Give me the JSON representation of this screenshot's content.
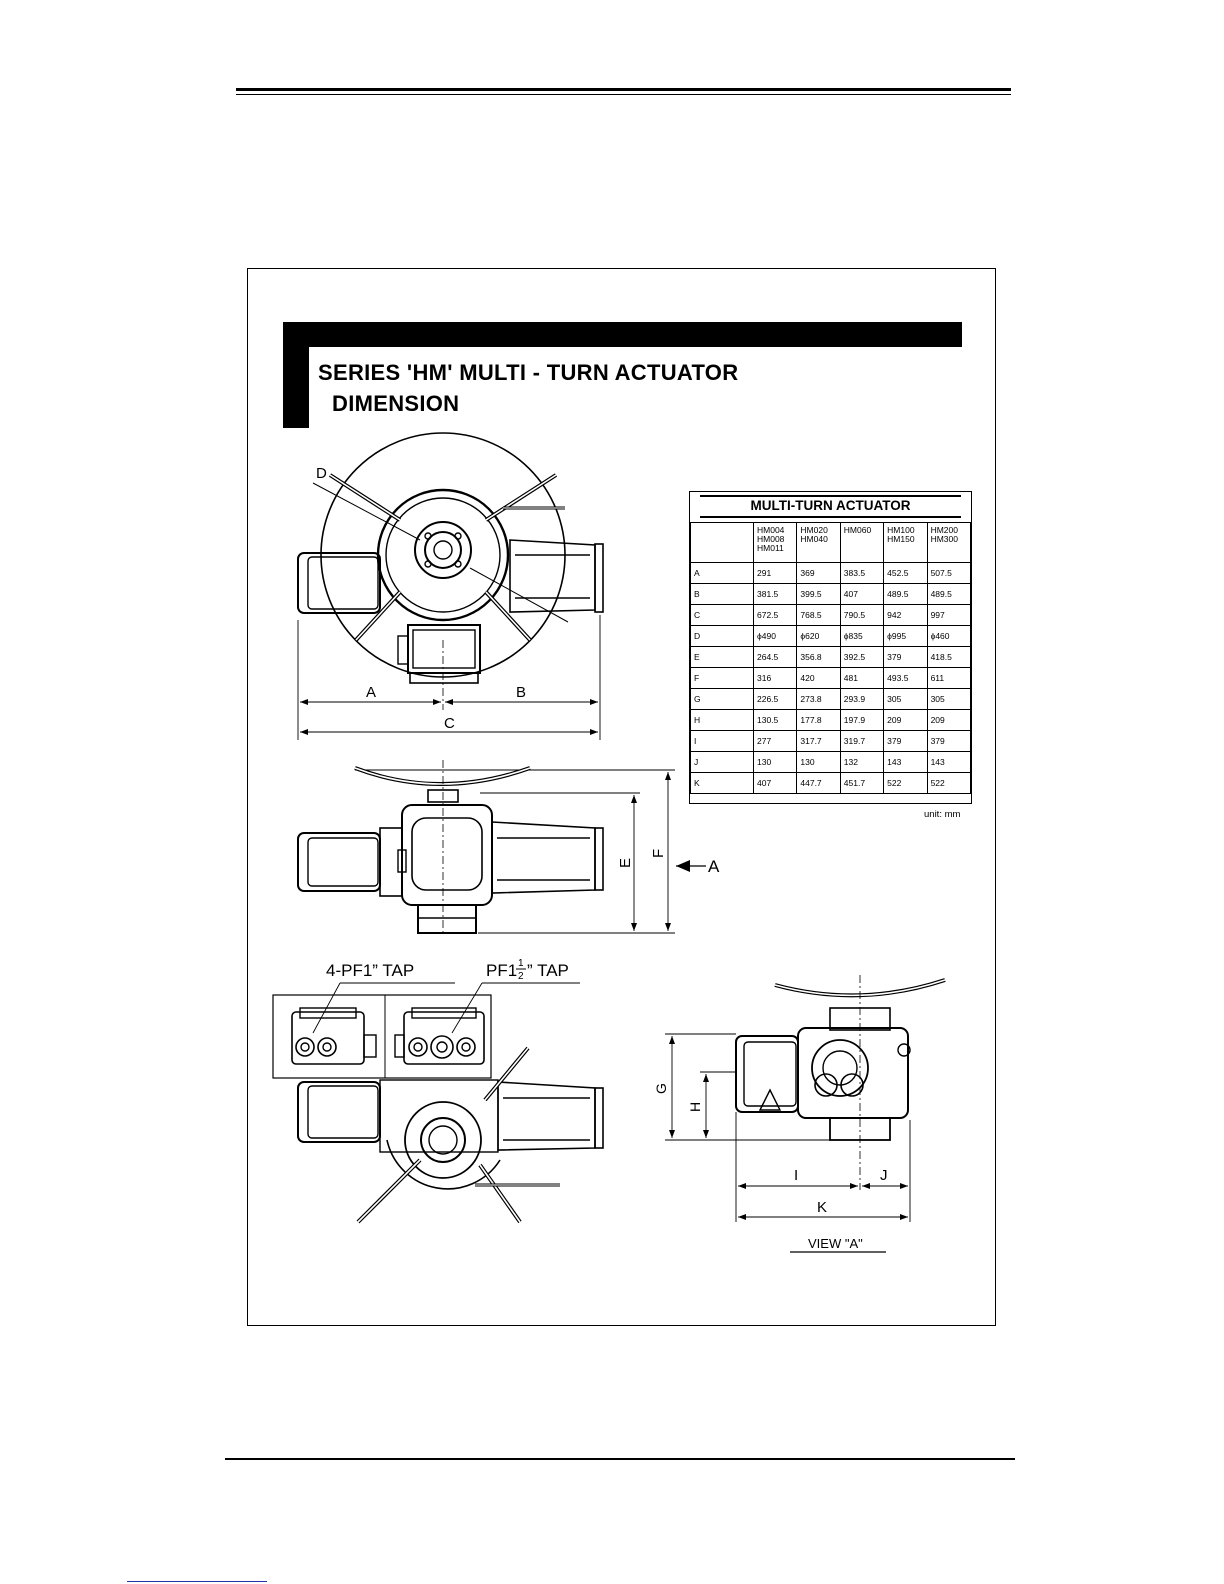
{
  "header": {
    "title_line1": "SERIES 'HM'  MULTI - TURN ACTUATOR",
    "title_line2": "DIMENSION"
  },
  "table": {
    "title": "MULTI-TURN ACTUATOR",
    "columns": [
      [
        "HM004",
        "HM008",
        "HM011"
      ],
      [
        "HM020",
        "HM040"
      ],
      [
        "HM060"
      ],
      [
        "HM100",
        "HM150"
      ],
      [
        "HM200",
        "HM300"
      ]
    ],
    "rows": [
      {
        "label": "A",
        "values": [
          "291",
          "369",
          "383.5",
          "452.5",
          "507.5"
        ]
      },
      {
        "label": "B",
        "values": [
          "381.5",
          "399.5",
          "407",
          "489.5",
          "489.5"
        ]
      },
      {
        "label": "C",
        "values": [
          "672.5",
          "768.5",
          "790.5",
          "942",
          "997"
        ]
      },
      {
        "label": "D",
        "values": [
          "ϕ490",
          "ϕ620",
          "ϕ835",
          "ϕ995",
          "ϕ460"
        ]
      },
      {
        "label": "E",
        "values": [
          "264.5",
          "356.8",
          "392.5",
          "379",
          "418.5"
        ]
      },
      {
        "label": "F",
        "values": [
          "316",
          "420",
          "481",
          "493.5",
          "611"
        ]
      },
      {
        "label": "G",
        "values": [
          "226.5",
          "273.8",
          "293.9",
          "305",
          "305"
        ]
      },
      {
        "label": "H",
        "values": [
          "130.5",
          "177.8",
          "197.9",
          "209",
          "209"
        ]
      },
      {
        "label": "I",
        "values": [
          "277",
          "317.7",
          "319.7",
          "379",
          "379"
        ]
      },
      {
        "label": "J",
        "values": [
          "130",
          "130",
          "132",
          "143",
          "143"
        ]
      },
      {
        "label": "K",
        "values": [
          "407",
          "447.7",
          "451.7",
          "522",
          "522"
        ]
      }
    ],
    "unit": "unit: mm"
  },
  "drawing": {
    "labels": {
      "A": "A",
      "B": "B",
      "C": "C",
      "D": "D",
      "E": "E",
      "F": "F",
      "G": "G",
      "H": "H",
      "I": "I",
      "J": "J",
      "K": "K",
      "arrow_A": "A",
      "tap1": "4-PF1” TAP",
      "tap2_pre": "PF1",
      "tap2_num": "1",
      "tap2_den": "2",
      "tap2_post": "” TAP",
      "view": "VIEW \"A\""
    }
  }
}
